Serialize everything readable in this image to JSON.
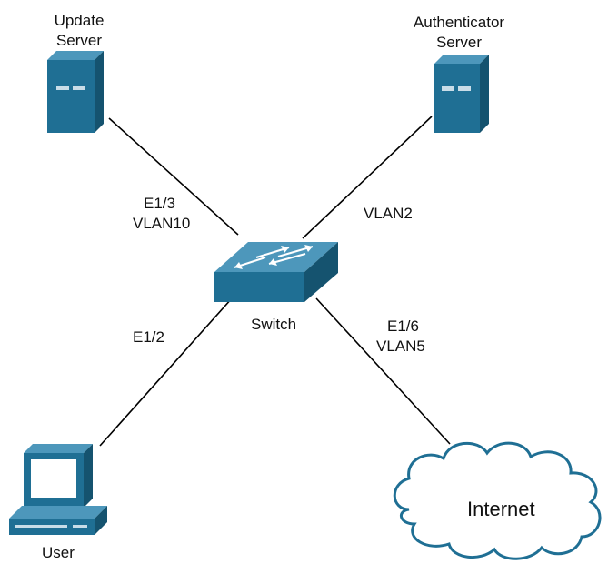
{
  "nodes": {
    "update_server": {
      "line1": "Update",
      "line2": "Server",
      "icon": "server-icon"
    },
    "auth_server": {
      "line1": "Authenticator",
      "line2": "Server",
      "icon": "server-icon"
    },
    "switch": {
      "label": "Switch",
      "icon": "switch-icon"
    },
    "user": {
      "label": "User",
      "icon": "computer-icon"
    },
    "internet": {
      "label": "Internet",
      "icon": "cloud-icon"
    }
  },
  "links": {
    "update": {
      "port": "E1/3",
      "vlan": "VLAN10"
    },
    "auth": {
      "vlan": "VLAN2"
    },
    "user": {
      "port": "E1/2"
    },
    "internet": {
      "port": "E1/6",
      "vlan": "VLAN5"
    }
  },
  "colors": {
    "device_fill": "#1f6f94",
    "device_dark": "#15536f",
    "device_light": "#4d97bb",
    "line": "#000000"
  }
}
